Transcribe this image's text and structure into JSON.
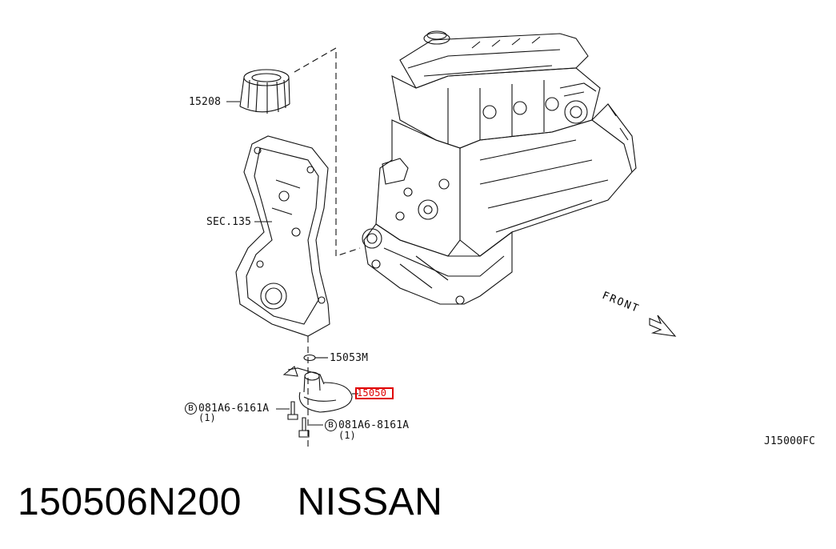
{
  "labels": {
    "oil_filter": "15208",
    "section_ref": "SEC.135",
    "o_ring": "15053M",
    "highlighted_part": "15050",
    "bolt_a": "081A6-6161A",
    "bolt_a_qty": "(1)",
    "bolt_b": "081A6-8161A",
    "bolt_b_qty": "(1)",
    "bolt_marker": "B",
    "front": "FRONT",
    "diagram_code": "J15000FC"
  },
  "caption": {
    "part_number": "150506N200",
    "brand": "NISSAN"
  },
  "colors": {
    "highlight": "#e00000",
    "line": "#111111"
  }
}
